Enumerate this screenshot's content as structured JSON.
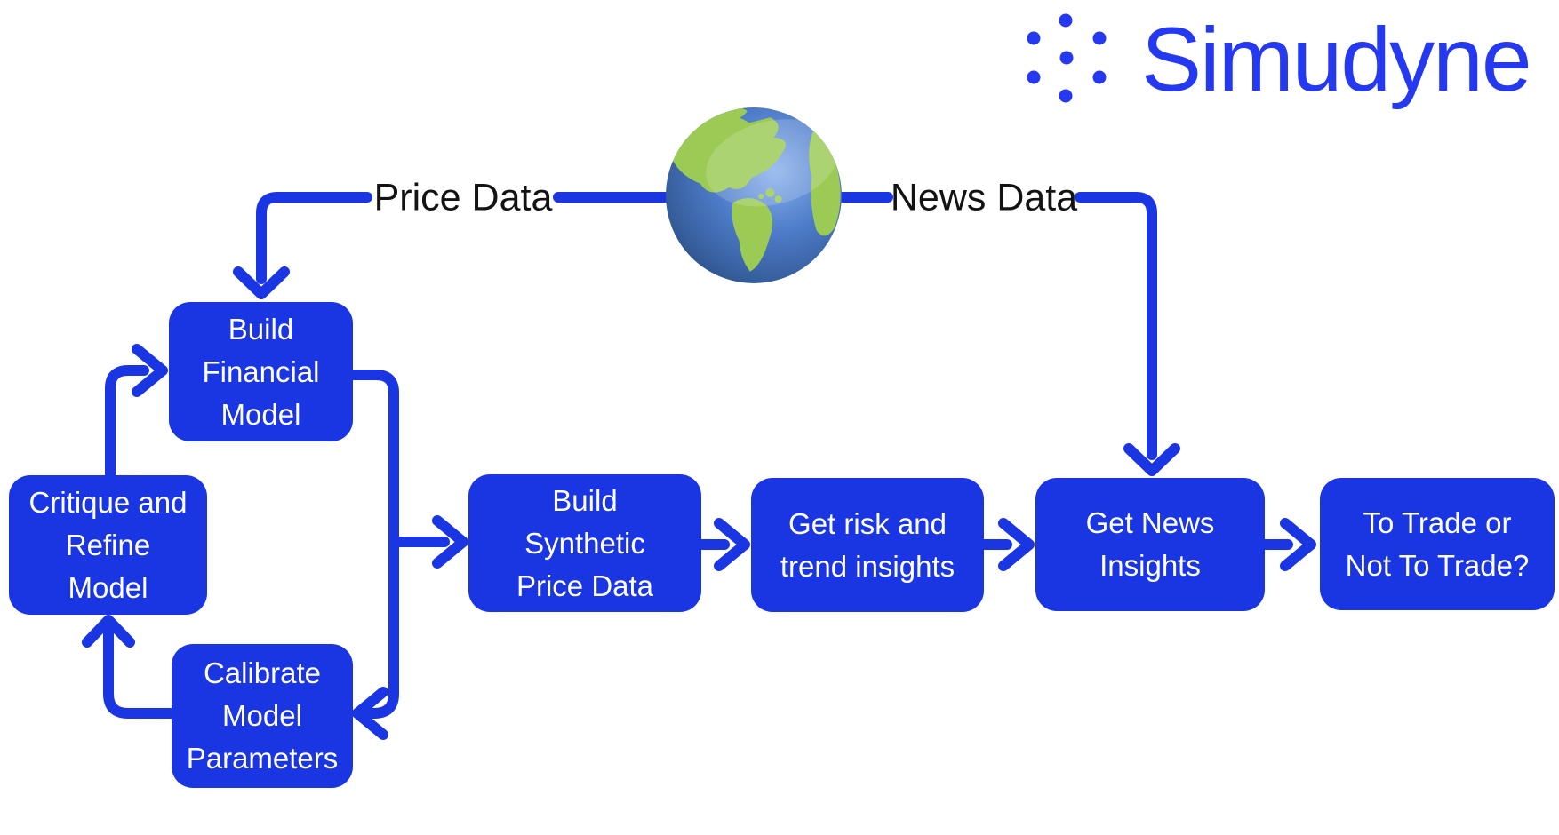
{
  "logo": {
    "text": "Simudyne",
    "dots_icon": "simudyne-seven-dots-mark",
    "color": "#2539f0"
  },
  "colors": {
    "diagram_blue": "#1a36e2",
    "node_text": "#ffffff",
    "label_text": "#131313",
    "background": "#ffffff",
    "globe_ocean": "#4e7cc9",
    "globe_land": "#9ccb55"
  },
  "labels": {
    "price_data": "Price Data",
    "news_data": "News Data"
  },
  "world_icon": "earth-globe-americas-icon",
  "nodes": [
    {
      "id": "build-financial-model",
      "label": "Build Financial Model",
      "lines": [
        "Build",
        "Financial",
        "Model"
      ]
    },
    {
      "id": "critique-and-refine-model",
      "label": "Critique and Refine Model",
      "lines": [
        "Critique and",
        "Refine",
        "Model"
      ]
    },
    {
      "id": "calibrate-model-parameters",
      "label": "Calibrate Model Parameters",
      "lines": [
        "Calibrate",
        "Model",
        "Parameters"
      ]
    },
    {
      "id": "build-synthetic-price-data",
      "label": "Build Synthetic Price Data",
      "lines": [
        "Build",
        "Synthetic",
        "Price Data"
      ]
    },
    {
      "id": "get-risk-and-trend-insights",
      "label": "Get risk and trend insights",
      "lines": [
        "Get risk and",
        "trend insights"
      ]
    },
    {
      "id": "get-news-insights",
      "label": "Get News Insights",
      "lines": [
        "Get News",
        "Insights"
      ]
    },
    {
      "id": "to-trade-or-not-to-trade",
      "label": "To Trade or Not To Trade?",
      "lines": [
        "To Trade or",
        "Not To Trade?"
      ]
    }
  ],
  "edges": [
    {
      "from": "world",
      "to": "build-financial-model",
      "label": "Price Data"
    },
    {
      "from": "world",
      "to": "get-news-insights",
      "label": "News Data"
    },
    {
      "from": "critique-and-refine-model",
      "to": "build-financial-model"
    },
    {
      "from": "build-financial-model",
      "to": "calibrate-model-parameters"
    },
    {
      "from": "calibrate-model-parameters",
      "to": "critique-and-refine-model"
    },
    {
      "from": "build-financial-model",
      "to": "build-synthetic-price-data"
    },
    {
      "from": "build-synthetic-price-data",
      "to": "get-risk-and-trend-insights"
    },
    {
      "from": "get-risk-and-trend-insights",
      "to": "get-news-insights"
    },
    {
      "from": "get-news-insights",
      "to": "to-trade-or-not-to-trade"
    }
  ]
}
